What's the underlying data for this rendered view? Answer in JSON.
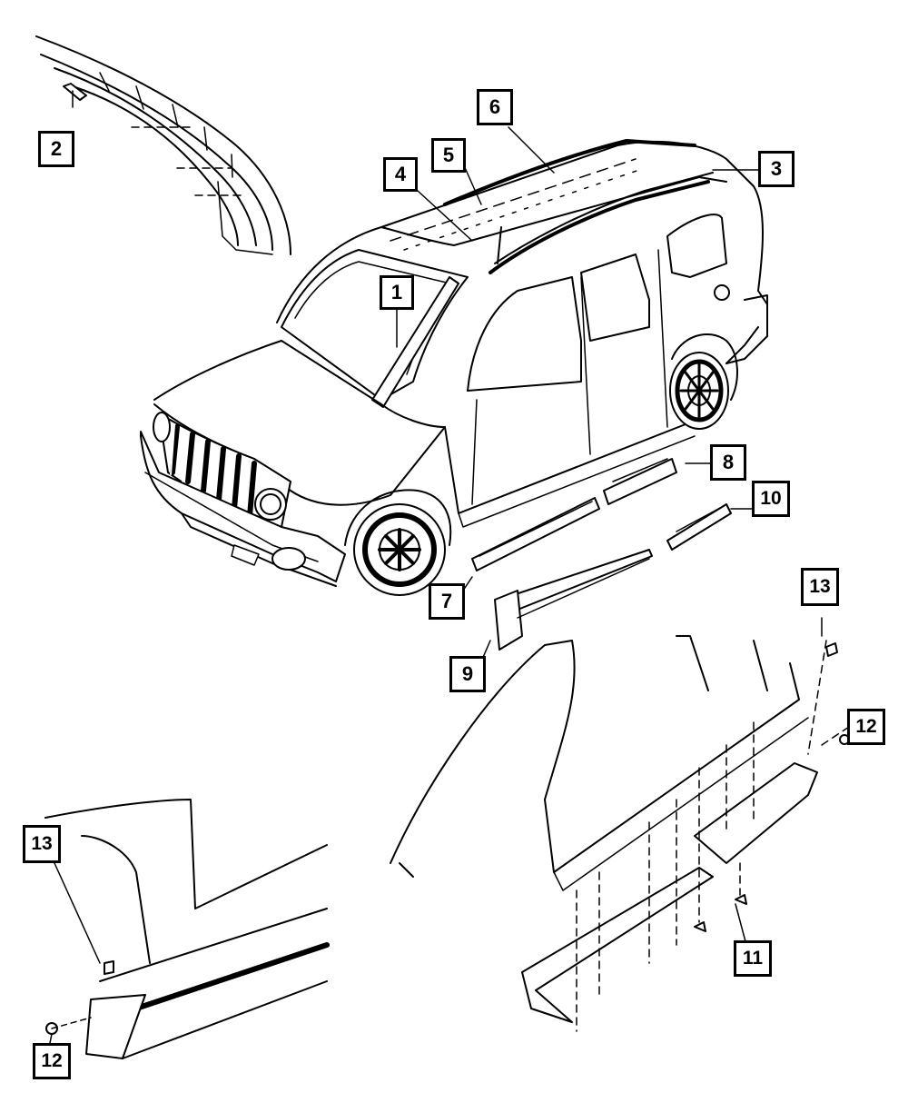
{
  "diagram": {
    "callouts": [
      {
        "id": "c1",
        "label": "1"
      },
      {
        "id": "c2",
        "label": "2"
      },
      {
        "id": "c3",
        "label": "3"
      },
      {
        "id": "c4",
        "label": "4"
      },
      {
        "id": "c5",
        "label": "5"
      },
      {
        "id": "c6",
        "label": "6"
      },
      {
        "id": "c7",
        "label": "7"
      },
      {
        "id": "c8",
        "label": "8"
      },
      {
        "id": "c9",
        "label": "9"
      },
      {
        "id": "c10",
        "label": "10"
      },
      {
        "id": "c11",
        "label": "11"
      },
      {
        "id": "c12a",
        "label": "12"
      },
      {
        "id": "c12b",
        "label": "12"
      },
      {
        "id": "c13a",
        "label": "13"
      },
      {
        "id": "c13b",
        "label": "13"
      }
    ],
    "colors": {
      "line": "#000000",
      "background": "#ffffff",
      "hatch": "#9a9a9a"
    }
  }
}
